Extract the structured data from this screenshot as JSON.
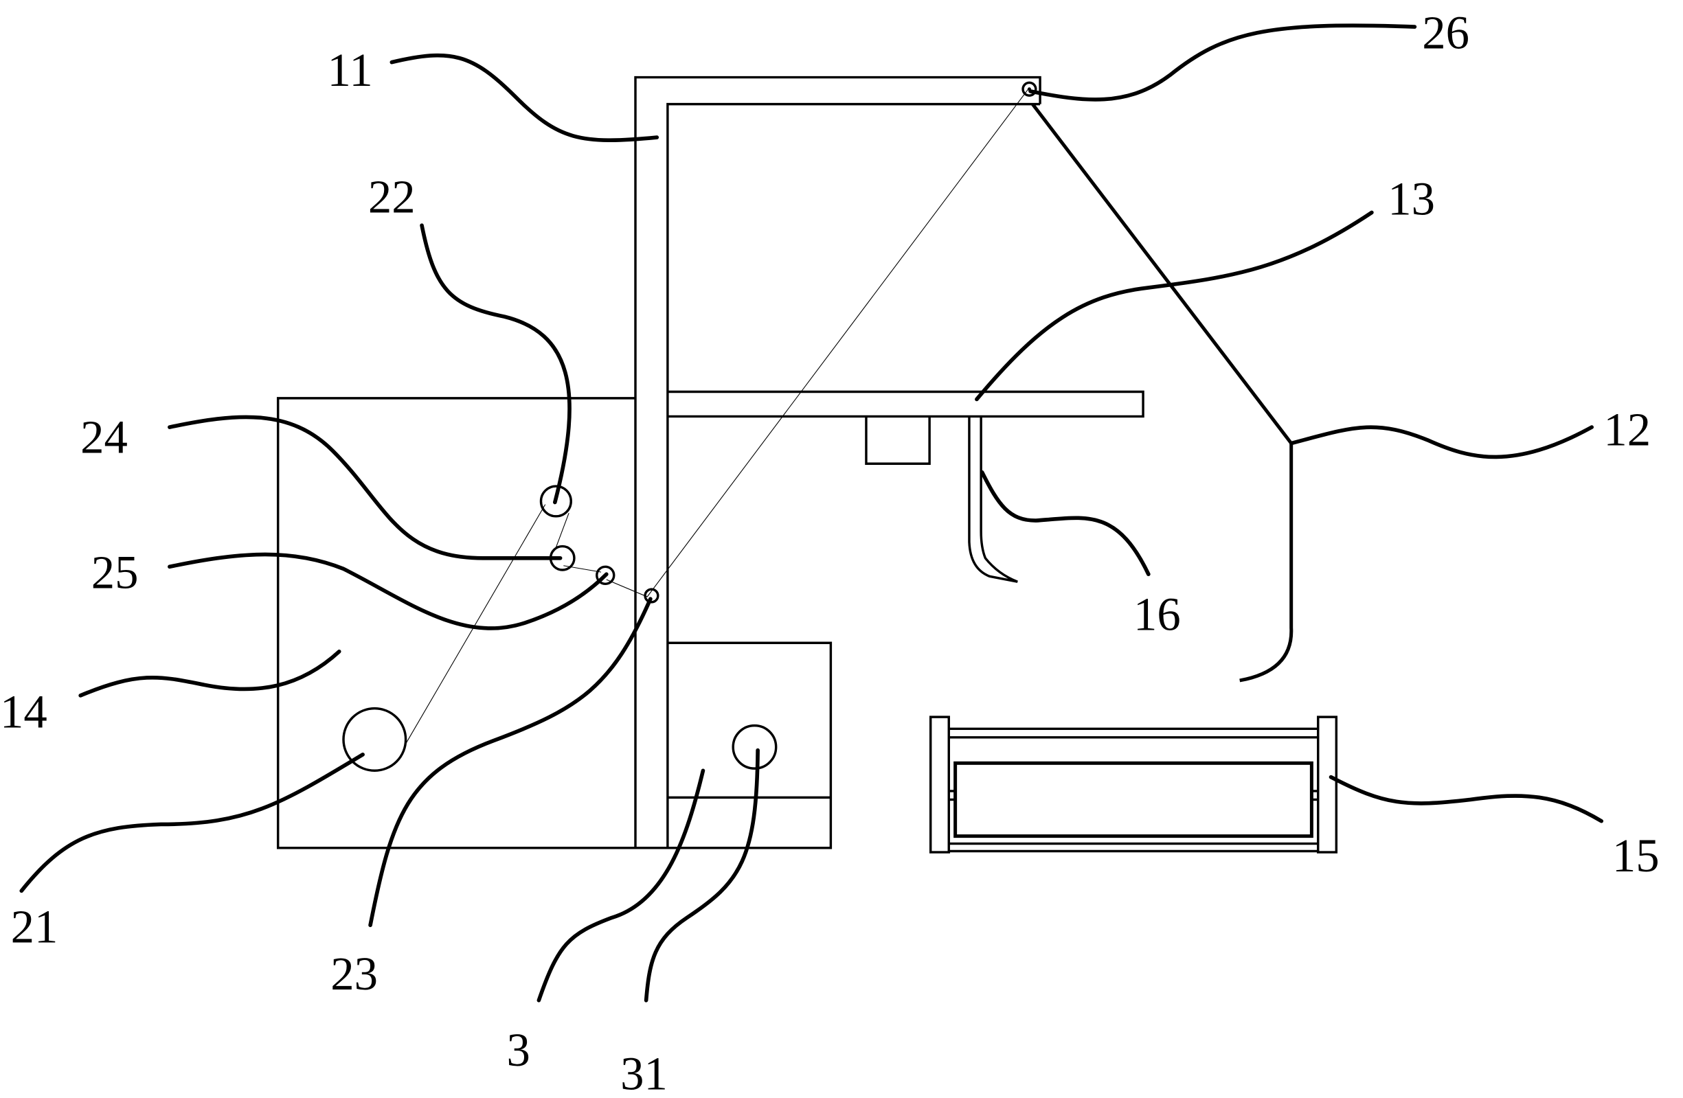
{
  "figure": {
    "type": "patent-line-drawing",
    "colors": {
      "line": "#000000",
      "background": "#ffffff"
    },
    "labels": [
      {
        "id": "11",
        "text": "11",
        "part": "vertical-frame"
      },
      {
        "id": "26",
        "text": "26",
        "part": "top-pulley"
      },
      {
        "id": "22",
        "text": "22",
        "part": "guide-wheel-upper"
      },
      {
        "id": "13",
        "text": "13",
        "part": "horizontal-arm"
      },
      {
        "id": "24",
        "text": "24",
        "part": "guide-wheel-middle"
      },
      {
        "id": "12",
        "text": "12",
        "part": "lifting-rod"
      },
      {
        "id": "25",
        "text": "25",
        "part": "guide-wheel-small"
      },
      {
        "id": "16",
        "text": "16",
        "part": "hook-plate"
      },
      {
        "id": "14",
        "text": "14",
        "part": "base-housing"
      },
      {
        "id": "21",
        "text": "21",
        "part": "winding-drum"
      },
      {
        "id": "15",
        "text": "15",
        "part": "tray-rack"
      },
      {
        "id": "23",
        "text": "23",
        "part": "frame-pulley"
      },
      {
        "id": "3",
        "text": "3",
        "part": "motor-box"
      },
      {
        "id": "31",
        "text": "31",
        "part": "motor-shaft"
      }
    ]
  }
}
